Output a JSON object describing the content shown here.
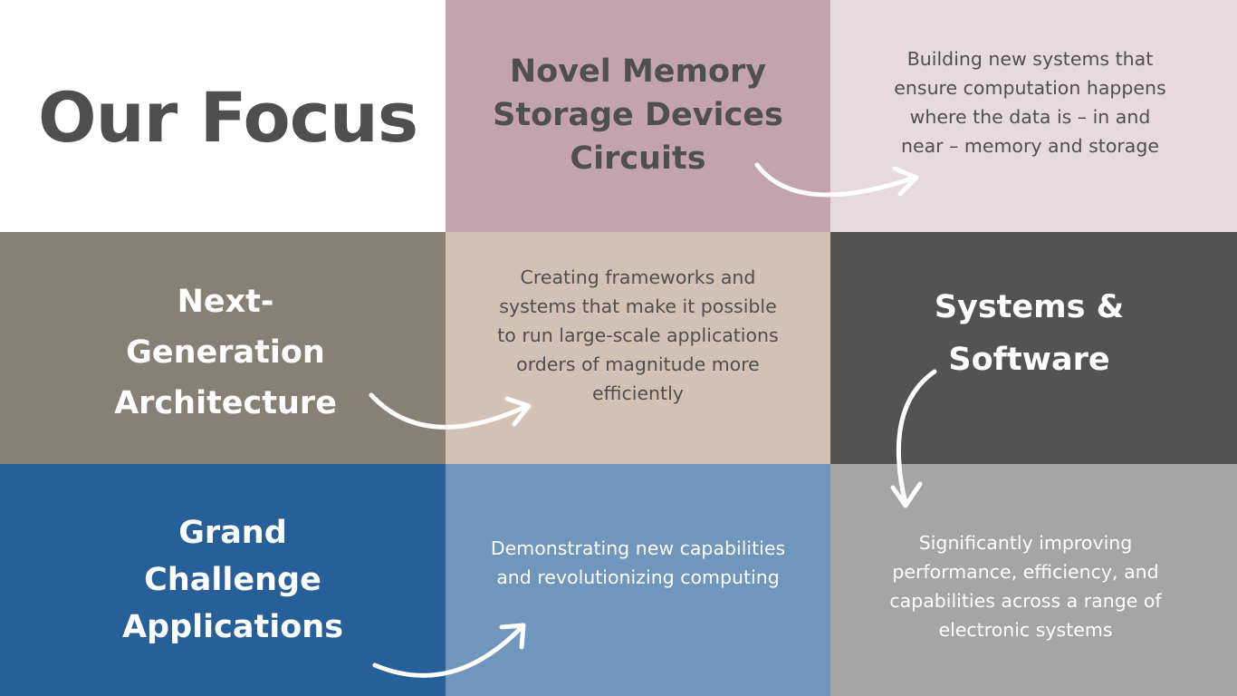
{
  "title": "Our Focus",
  "colors": {
    "white": "#ffffff",
    "mauve": "#c3a3ae",
    "pale_mauve": "#e6dadf",
    "taupe": "#878076",
    "beige": "#d1c2b3",
    "charcoal": "#535353",
    "blue": "#275f99",
    "light_blue": "#7096be",
    "gray": "#a5a5a5",
    "dark_text": "#4f4f4f",
    "light_text": "#ffffff"
  },
  "focus_areas": [
    {
      "heading": [
        "Novel Memory",
        "Storage Devices",
        "Circuits"
      ],
      "description": [
        "Building new systems that",
        "ensure computation happens",
        "where the data is – in and",
        "near – memory and storage"
      ]
    },
    {
      "heading": [
        "Next-",
        "Generation",
        "Architecture"
      ],
      "description": [
        "Creating frameworks and",
        "systems that make it possible",
        "to run large-scale applications",
        "orders of magnitude more",
        "efficiently"
      ]
    },
    {
      "heading": [
        "Systems &",
        "Software"
      ],
      "description": [
        "Significantly improving",
        "performance, efficiency, and",
        "capabilities across a range of",
        "electronic systems"
      ]
    },
    {
      "heading": [
        "Grand",
        "Challenge",
        "Applications"
      ],
      "description": [
        "Demonstrating new capabilities",
        "and revolutionizing computing"
      ]
    }
  ]
}
